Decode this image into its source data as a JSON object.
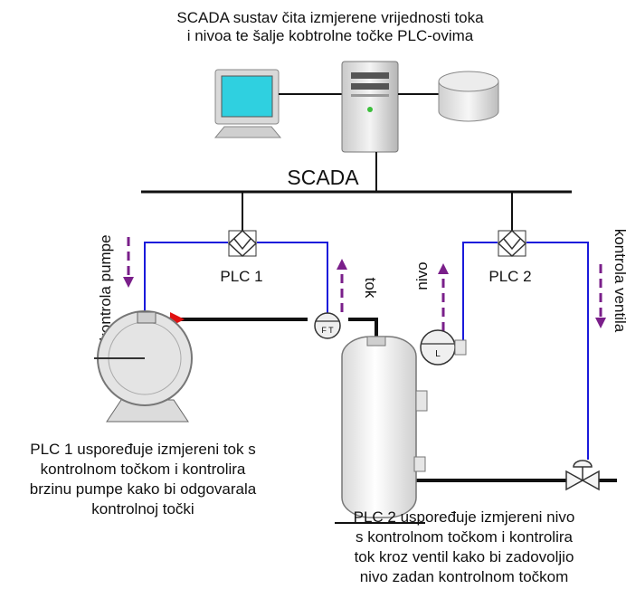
{
  "header": {
    "line1": "SCADA  sustav čita izmjerene vrijednosti toka",
    "line2": "i nivoa te šalje kobtrolne točke PLC-ovima"
  },
  "bus_label": "SCADA",
  "plc1": {
    "label": "PLC 1",
    "control_label": "kontrola pumpe",
    "flow_label": "tok",
    "description": [
      "PLC 1 uspoređuje izmjereni tok s",
      "kontrolnom točkom i kontrolira",
      "brzinu pumpe kako bi odgovarala",
      "kontrolnoj točki"
    ]
  },
  "plc2": {
    "label": "PLC 2",
    "level_label": "nivo",
    "control_label": "kontrola ventila",
    "description": [
      "PLC 2 uspoređuje izmjereni nivo",
      "s kontrolnom točkom i kontrolira",
      "tok kroz ventil kako bi zadovoljio",
      "nivo zadan kontrolnom točkom"
    ]
  },
  "instruments": {
    "flow_meter": "F T",
    "level_meter": "L"
  },
  "colors": {
    "signal_wire": "#1a1adb",
    "signal_arrow": "#7a1f8a",
    "flow_arrow": "#e01010",
    "pipe": "#111111",
    "monitor_screen": "#2fd0e0"
  }
}
